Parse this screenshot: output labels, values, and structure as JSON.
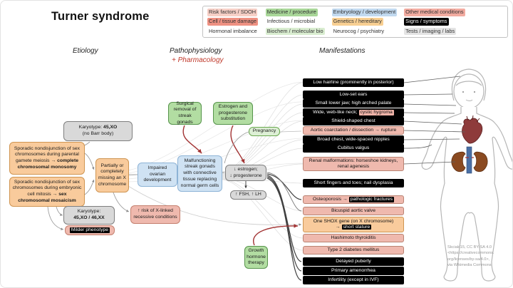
{
  "title": "Turner syndrome",
  "columns": {
    "etiology": "Etiology",
    "pathophysiology": "Pathophysiology",
    "pharmacology": "+ Pharmacology",
    "manifestations": "Manifestations"
  },
  "legend": {
    "items": [
      {
        "label": "Risk factors / SDOH",
        "type": "risk"
      },
      {
        "label": "Cell / tissue damage",
        "type": "damage"
      },
      {
        "label": "Hormonal imbalance",
        "type": "plain"
      },
      {
        "label": "Medicine / procedure",
        "type": "medicine"
      },
      {
        "label": "Infectious / microbial",
        "type": "plain"
      },
      {
        "label": "Biochem / molecular bio",
        "type": "biochem"
      },
      {
        "label": "Embryology / development",
        "type": "embryo"
      },
      {
        "label": "Genetics / hereditary",
        "type": "genetics"
      },
      {
        "label": "Neurocog / psychiatry",
        "type": "plain"
      },
      {
        "label": "Other medical conditions",
        "type": "condition"
      },
      {
        "label": "Signs / symptoms",
        "type": "sign"
      },
      {
        "label": "Tests / imaging / labs",
        "type": "test"
      }
    ]
  },
  "etiology": {
    "karyotype1": {
      "prefix": "Karyotype: ",
      "bold": "45,XO",
      "line2": "(no Barr body)"
    },
    "cause1": {
      "text": "Sporadic nondisjunction of sex chromosomes during parental gamete meiosis → ",
      "bold": "complete chromosomal monosomy"
    },
    "cause2": {
      "text": "Sporadic nondisjunction of sex chromosomes during embryonic cell mitosis → ",
      "bold": "sex chromosomal mosaicism"
    },
    "missing_x": "Partially or completely missing an X chromosome",
    "karyotype2": {
      "prefix": "Karyotype:",
      "bold": "45,XO / 46,XX"
    },
    "milder": "Milder phenotype"
  },
  "pathophysiology": {
    "impaired_ovary": "Impaired ovarian development",
    "x_linked_risk": "↑ risk of X-linked recessive conditions",
    "streak_gonads": "Malfunctioning streak gonads with connective tissue replacing normal germ cells",
    "surgical": "Surgical removal of streak gonads",
    "estrogen_sub": "Estrogen and progesterone substitution",
    "pregnancy": "Pregnancy",
    "low_hormones": {
      "line1": "↓ estrogen;",
      "line2": "↓ progesterone"
    },
    "high_fsh_lh": "↑ FSH, ↑ LH",
    "growth_hormone": "Growth hormone therapy"
  },
  "manifestations": [
    {
      "type": "sign",
      "text": "Low hairline (prominently in posterior)"
    },
    {
      "type": "sign",
      "text": "Low-set ears"
    },
    {
      "type": "sign",
      "text": "Small lower jaw; high arched palate"
    },
    {
      "type": "sign",
      "pre": "Wide, web-like neck;",
      "highlight": "cystic hygroma"
    },
    {
      "type": "sign",
      "text": "Shield-shaped chest"
    },
    {
      "type": "condition",
      "text": "Aortic coarctation / dissection → rupture"
    },
    {
      "type": "sign",
      "text": "Broad chest, wide-spaced nipples"
    },
    {
      "type": "sign",
      "text": "Cubitus valgus"
    },
    {
      "type": "condition",
      "text": "Renal malformations: horseshoe kidneys, renal agenesis"
    },
    {
      "type": "sign",
      "text": "Short fingers and toes; nail dysplasia"
    },
    {
      "type": "condition",
      "pre": "Osteoporosis →",
      "highlight": "pathologic fractures"
    },
    {
      "type": "condition",
      "text": "Bicuspid aortic valve"
    },
    {
      "type": "genetics",
      "pre": "One SHOX gene (on X chromosome) →",
      "highlight": "short stature"
    },
    {
      "type": "condition",
      "text": "Hashimoto thyroiditis"
    },
    {
      "type": "condition",
      "text": "Type 2 diabetes mellitus"
    },
    {
      "type": "sign",
      "text": "Delayed puberty"
    },
    {
      "type": "sign",
      "text": "Primary amenorrhea"
    },
    {
      "type": "sign",
      "text": "Infertility (except in IVF)"
    }
  ],
  "attribution": {
    "line1": "Skciaki15, CC BY-SA 4.0",
    "line2": "<https://creativecommons.",
    "line3": "org/licenses/by-sa/4.0>,",
    "line4": "via Wikimedia Commons"
  }
}
